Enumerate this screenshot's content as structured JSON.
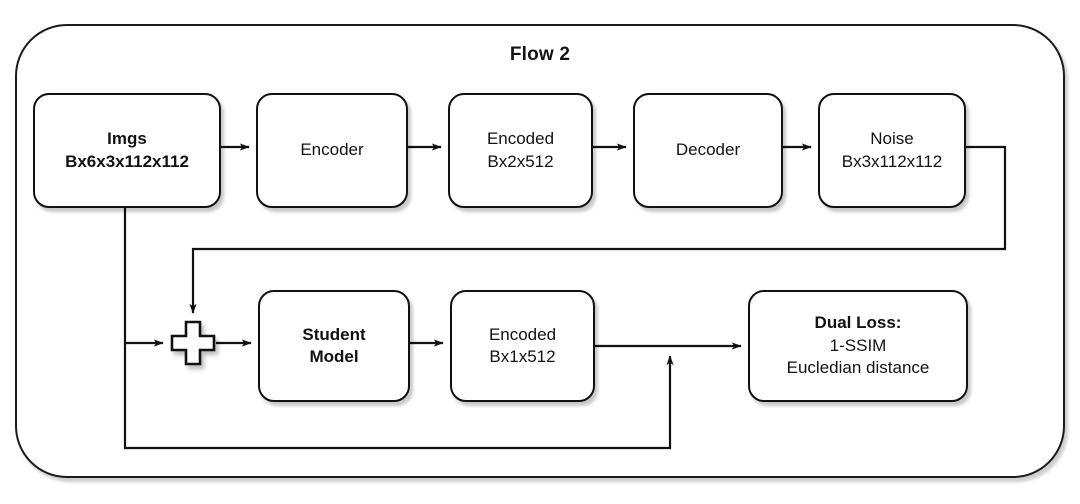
{
  "diagram": {
    "title": "Flow 2",
    "type": "flowchart",
    "nodes": [
      {
        "id": "imgs",
        "lines": [
          "Imgs",
          "Bx6x3x112x112"
        ],
        "bold": [
          true,
          true
        ]
      },
      {
        "id": "encoder",
        "lines": [
          "Encoder"
        ],
        "bold": [
          false
        ]
      },
      {
        "id": "encoded2",
        "lines": [
          "Encoded",
          "Bx2x512"
        ],
        "bold": [
          false,
          false
        ]
      },
      {
        "id": "decoder",
        "lines": [
          "Decoder"
        ],
        "bold": [
          false
        ]
      },
      {
        "id": "noise",
        "lines": [
          "Noise",
          "Bx3x112x112"
        ],
        "bold": [
          false,
          false
        ]
      },
      {
        "id": "student",
        "lines": [
          "Student",
          "Model"
        ],
        "bold": [
          true,
          true
        ]
      },
      {
        "id": "encoded1",
        "lines": [
          "Encoded",
          "Bx1x512"
        ],
        "bold": [
          false,
          false
        ]
      },
      {
        "id": "dualloss",
        "lines": [
          "Dual Loss:",
          "1-SSIM",
          "Eucledian distance"
        ],
        "bold": [
          true,
          false,
          false
        ]
      }
    ],
    "operators": [
      {
        "id": "sum",
        "symbol": "+",
        "name": "plus-operator"
      }
    ],
    "edges": [
      {
        "from": "imgs",
        "to": "encoder",
        "arrow": true
      },
      {
        "from": "encoder",
        "to": "encoded2",
        "arrow": true
      },
      {
        "from": "encoded2",
        "to": "decoder",
        "arrow": true
      },
      {
        "from": "decoder",
        "to": "noise",
        "arrow": true
      },
      {
        "from": "noise",
        "to": "sum",
        "arrow": true,
        "routing": "right-down-left-down"
      },
      {
        "from": "imgs",
        "to": "sum",
        "arrow": true,
        "routing": "down-right"
      },
      {
        "from": "sum",
        "to": "student",
        "arrow": true
      },
      {
        "from": "student",
        "to": "encoded1",
        "arrow": true
      },
      {
        "from": "encoded1",
        "to": "dualloss",
        "arrow": true
      },
      {
        "from": "imgs",
        "to": "dualloss",
        "arrow": true,
        "routing": "down-right-up"
      }
    ]
  },
  "colors": {
    "stroke": "#111111",
    "background": "#ffffff",
    "text": "#121212",
    "shadow": "rgba(0,0,0,0.22)"
  }
}
